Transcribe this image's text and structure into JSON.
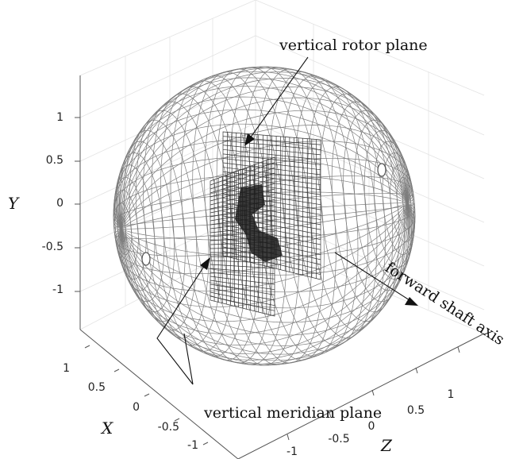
{
  "axes": {
    "y_label": "Y",
    "x_label": "X",
    "z_label": "Z",
    "y_ticks": [
      "1",
      "0.5",
      "0",
      "-0.5",
      "-1"
    ],
    "x_ticks": [
      "1",
      "0.5",
      "0",
      "-0.5",
      "-1"
    ],
    "z_ticks": [
      "1",
      "0.5",
      "0",
      "-0.5",
      "-1"
    ]
  },
  "annotations": {
    "rotor_plane": "vertical rotor plane",
    "meridian_plane": "vertical meridian plane",
    "shaft_axis": "forward shaft axis"
  },
  "colors": {
    "sphere_mesh": "#7d7d7d",
    "rotor_mesh": "#333333",
    "axes": "#555555",
    "grid": "#e3e3e3"
  }
}
